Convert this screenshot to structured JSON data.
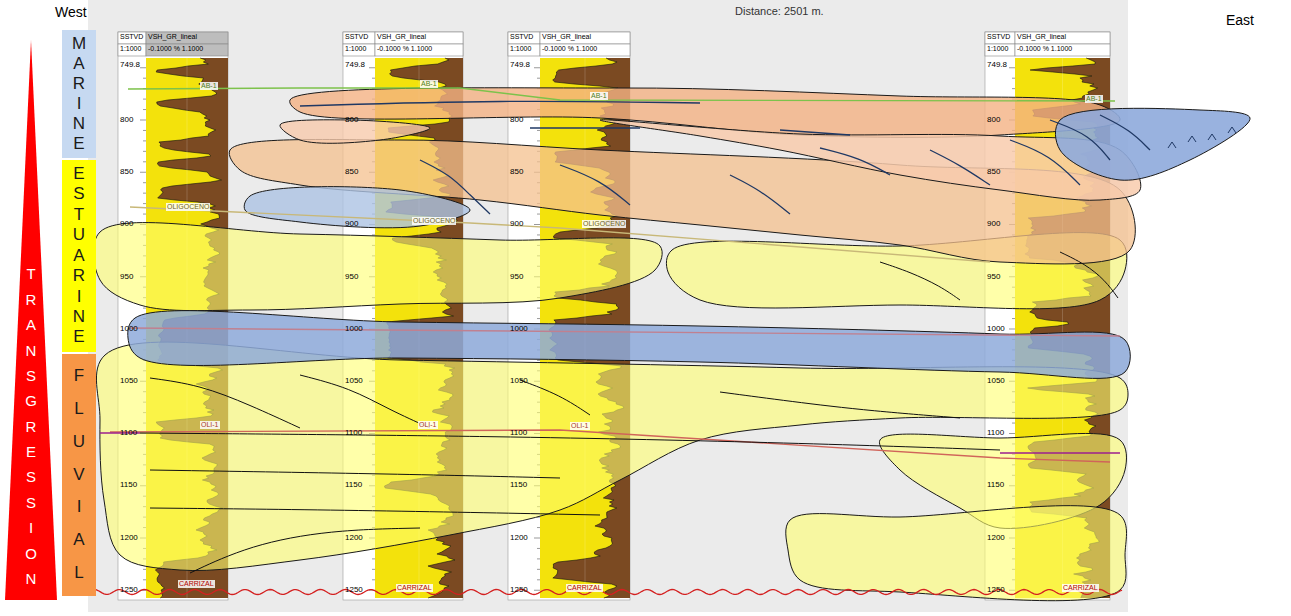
{
  "diagram": {
    "nodes": [
      {
        "text": [
          "TRANSGRESSION"
        ]
      },
      {
        "text": [
          "MARINE"
        ]
      },
      {
        "text": [
          "ESTUARINE"
        ]
      },
      {
        "text": [
          "FLUVIAL"
        ]
      }
    ],
    "labels": [
      "West",
      "East",
      "Distance: 2501 m.",
      "SSTVD",
      "VSH_GR_lineal",
      "1:1000",
      "-0.1000 % 1.1000",
      "749.8",
      "800",
      "850",
      "900",
      "950",
      "1000",
      "1050",
      "1100",
      "1150",
      "1200",
      "1250",
      "SSTVD",
      "VSH_GR_lineal",
      "1:1000",
      "-0.1000 % 1.1000",
      "749.8",
      "800",
      "850",
      "900",
      "950",
      "1000",
      "1050",
      "1100",
      "1150",
      "1200",
      "1250",
      "SSTVD",
      "VSH_GR_lineal",
      "1:1000",
      "-0.1000 % 1.1000",
      "749.8",
      "800",
      "850",
      "900",
      "950",
      "1000",
      "1050",
      "1100",
      "1150",
      "1200",
      "1250",
      "SSTVD",
      "VSH_GR_lineal",
      "1:1000",
      "-0.1000 % 1.1000",
      "749.8",
      "800",
      "850",
      "900",
      "950",
      "1000",
      "1050",
      "1100",
      "1150",
      "1200",
      "1250",
      "AB-1",
      "AB-1",
      "AB-1",
      "AB-1",
      "OLIGOCENO",
      "OLIGOCENO",
      "OLIGOCENO",
      "OLI-1",
      "OLI-1",
      "OLI-1",
      "CARRIZAL",
      "CARRIZAL",
      "CARRIZAL",
      "CARRIZAL"
    ]
  }
}
